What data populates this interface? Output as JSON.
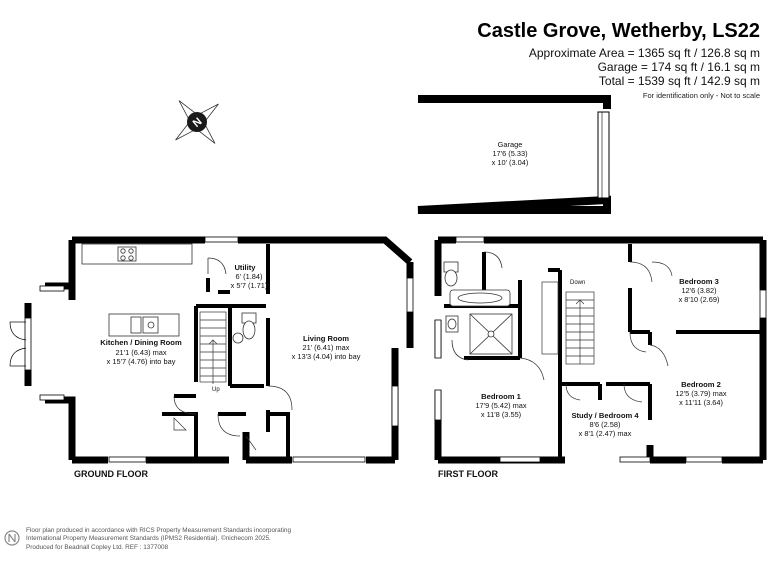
{
  "header": {
    "title": "Castle Grove, Wetherby, LS22",
    "approx_area": "Approximate Area = 1365 sq ft / 126.8 sq m",
    "garage_area": "Garage = 174 sq ft / 16.1 sq m",
    "total_area": "Total = 1539 sq ft / 142.9 sq m",
    "note": "For identification only - Not to scale"
  },
  "compass": {
    "letter": "N"
  },
  "rooms": {
    "garage": {
      "name": "Garage",
      "dim1": "17'6 (5.33)",
      "dim2": "x 10' (3.04)"
    },
    "utility": {
      "name": "Utility",
      "dim1": "6' (1.84)",
      "dim2": "x 5'7 (1.71)"
    },
    "kitchen": {
      "name": "Kitchen / Dining Room",
      "dim1": "21'1 (6.43) max",
      "dim2": "x 15'7 (4.76) into bay"
    },
    "living": {
      "name": "Living Room",
      "dim1": "21' (6.41) max",
      "dim2": "x 13'3 (4.04) into bay"
    },
    "bedroom1": {
      "name": "Bedroom 1",
      "dim1": "17'9 (5.42) max",
      "dim2": "x 11'8 (3.55)"
    },
    "bedroom2": {
      "name": "Bedroom 2",
      "dim1": "12'5 (3.79) max",
      "dim2": "x 11'11 (3.64)"
    },
    "bedroom3": {
      "name": "Bedroom 3",
      "dim1": "12'6 (3.82)",
      "dim2": "x 8'10 (2.69)"
    },
    "study": {
      "name": "Study / Bedroom 4",
      "dim1": "8'6 (2.58)",
      "dim2": "x 8'1 (2.47) max"
    }
  },
  "labels": {
    "up": "Up",
    "down": "Down",
    "ground_floor": "GROUND FLOOR",
    "first_floor": "FIRST FLOOR"
  },
  "footer": {
    "line1": "Floor plan produced in accordance with RICS Property Measurement Standards incorporating",
    "line2": "International Property Measurement Standards (IPMS2 Residential). ©nichecom 2025.",
    "line3": "Produced for Beadnall Copley Ltd.   REF : 1377008"
  },
  "colors": {
    "wall": "#000000",
    "fixture": "#333333",
    "logo": "#8a8a8a"
  }
}
